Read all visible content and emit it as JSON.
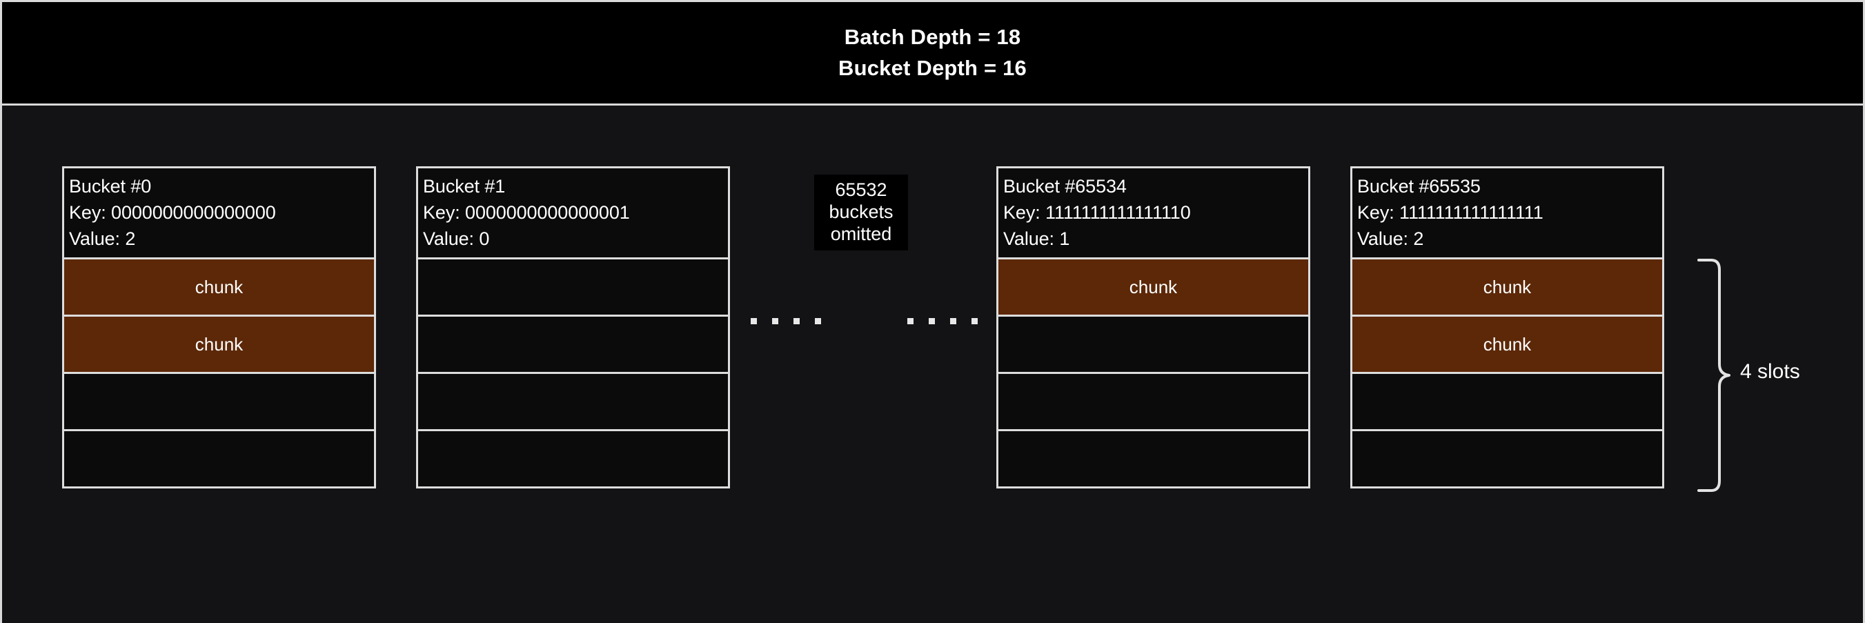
{
  "header": {
    "batch_depth_line": "Batch Depth = 18",
    "bucket_depth_line": "Bucket Depth = 16"
  },
  "colors": {
    "background": "#131315",
    "header_background": "#000000",
    "border": "#dddddd",
    "chunk_fill": "#5c2808",
    "text": "#ffffff"
  },
  "buckets": [
    {
      "title": "Bucket #0",
      "key_line": "Key: 0000000000000000",
      "value_line": "Value: 2",
      "slots": [
        {
          "label": "chunk",
          "filled": true
        },
        {
          "label": "chunk",
          "filled": true
        },
        {
          "label": "",
          "filled": false
        },
        {
          "label": "",
          "filled": false
        }
      ]
    },
    {
      "title": "Bucket #1",
      "key_line": "Key: 0000000000000001",
      "value_line": "Value: 0",
      "slots": [
        {
          "label": "",
          "filled": false
        },
        {
          "label": "",
          "filled": false
        },
        {
          "label": "",
          "filled": false
        },
        {
          "label": "",
          "filled": false
        }
      ]
    },
    {
      "title": "Bucket #65534",
      "key_line": "Key: 1111111111111110",
      "value_line": "Value: 1",
      "slots": [
        {
          "label": "chunk",
          "filled": true
        },
        {
          "label": "",
          "filled": false
        },
        {
          "label": "",
          "filled": false
        },
        {
          "label": "",
          "filled": false
        }
      ]
    },
    {
      "title": "Bucket #65535",
      "key_line": "Key: 1111111111111111",
      "value_line": "Value: 2",
      "slots": [
        {
          "label": "chunk",
          "filled": true
        },
        {
          "label": "chunk",
          "filled": true
        },
        {
          "label": "",
          "filled": false
        },
        {
          "label": "",
          "filled": false
        }
      ]
    }
  ],
  "omitted": {
    "count_line": "65532",
    "noun_line": "buckets",
    "state_line": "omitted"
  },
  "annotation": {
    "slots_caption": "4 slots"
  }
}
